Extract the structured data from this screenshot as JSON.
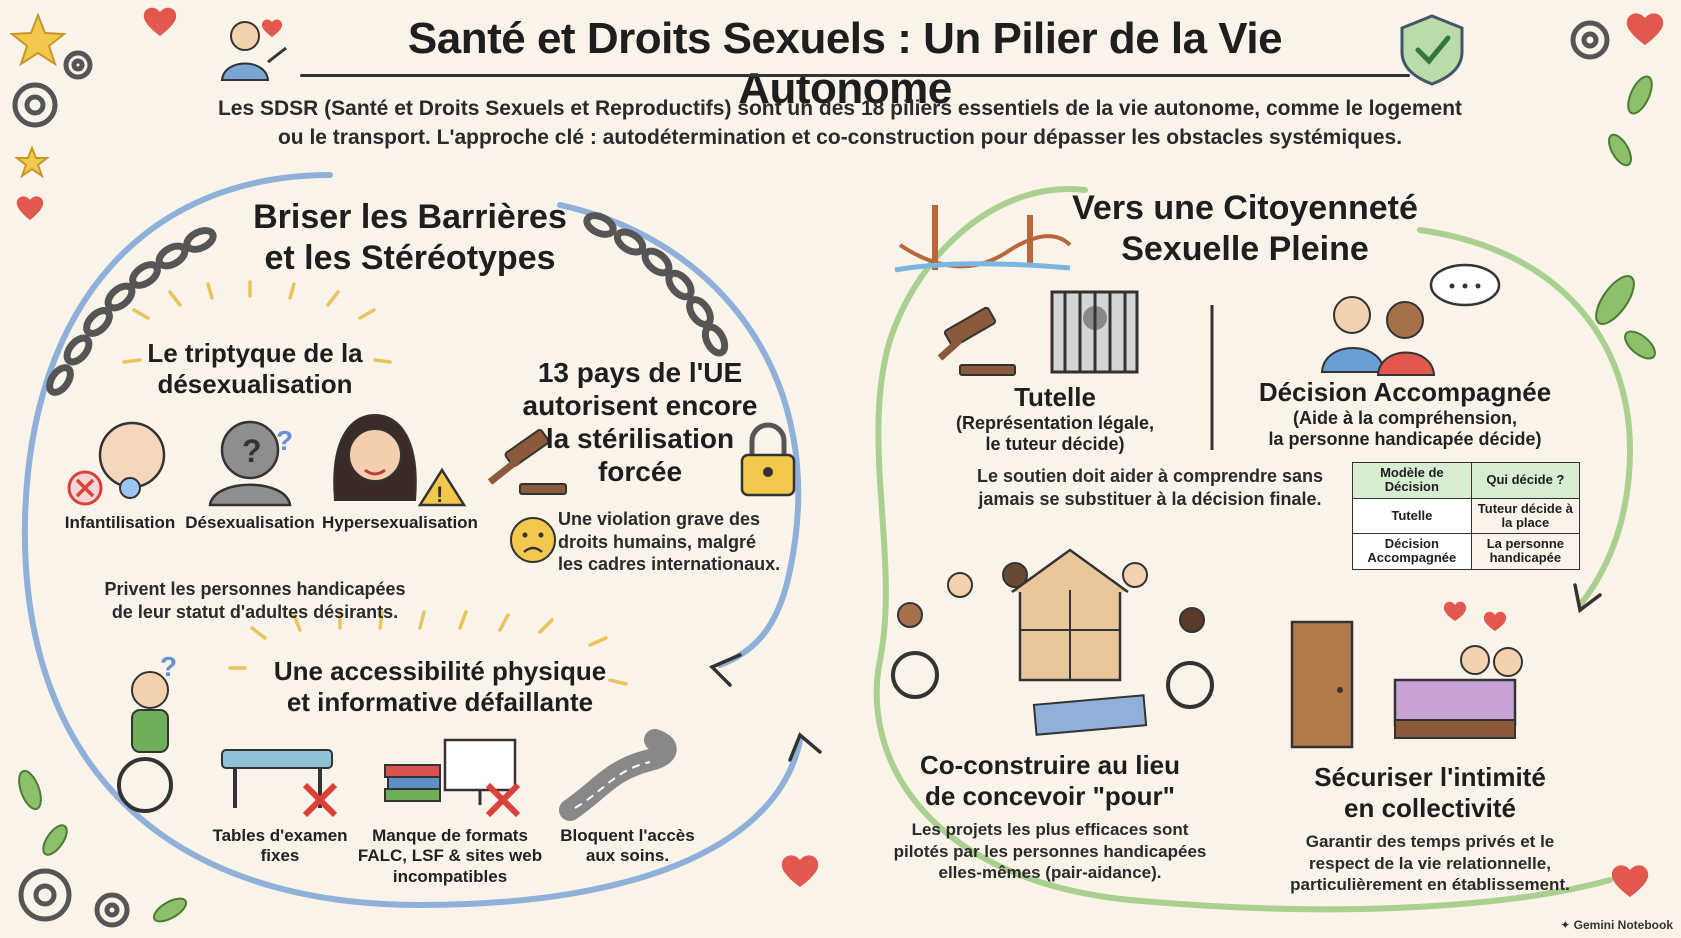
{
  "header": {
    "title": "Santé et Droits Sexuels : Un Pilier de la Vie Autonome",
    "intro_line1": "Les SDSR (Santé et Droits Sexuels et Reproductifs) sont un des 18 piliers essentiels de la vie autonome, comme le logement",
    "intro_line2": "ou le transport. L'approche clé : autodétermination et co-construction pour dépasser les obstacles systémiques."
  },
  "left": {
    "title_line1": "Briser les Barrières",
    "title_line2": "et les Stéréotypes",
    "triptych": {
      "title_line1": "Le triptyque de la",
      "title_line2": "désexualisation",
      "items": [
        "Infantilisation",
        "Désexualisation",
        "Hypersexualisation"
      ],
      "caption_line1": "Privent les personnes handicapées",
      "caption_line2": "de leur statut d'adultes désirants."
    },
    "sterilisation": {
      "title_line1": "13 pays de l'UE",
      "title_line2": "autorisent encore",
      "title_line3": "la stérilisation",
      "title_line4": "forcée",
      "caption_line1": "Une violation grave des",
      "caption_line2": "droits humains, malgré",
      "caption_line3": "les cadres internationaux."
    },
    "access": {
      "title_line1": "Une accessibilité physique",
      "title_line2": "et informative défaillante",
      "items": [
        {
          "line1": "Tables d'examen",
          "line2": "fixes",
          "line3": ""
        },
        {
          "line1": "Manque de formats",
          "line2": "FALC, LSF & sites web",
          "line3": "incompatibles"
        },
        {
          "line1": "Bloquent l'accès",
          "line2": "aux soins.",
          "line3": ""
        }
      ]
    }
  },
  "right": {
    "title_line1": "Vers une Citoyenneté",
    "title_line2": "Sexuelle Pleine",
    "tutelle": {
      "title": "Tutelle",
      "line1": "(Représentation légale,",
      "line2": "le tuteur décide)"
    },
    "decision": {
      "title": "Décision Accompagnée",
      "line1": "(Aide à la compréhension,",
      "line2": "la personne handicapée décide)"
    },
    "support_line1": "Le soutien doit aider à comprendre sans",
    "support_line2": "jamais se substituer à la décision finale.",
    "table": {
      "headers": [
        "Modèle de Décision",
        "Qui décide ?"
      ],
      "rows": [
        [
          "Tutelle",
          "Tuteur décide à la place"
        ],
        [
          "Décision Accompagnée",
          "La personne handicapée"
        ]
      ]
    },
    "cocreate": {
      "title_line1": "Co-construire au lieu",
      "title_line2": "de concevoir \"pour\"",
      "line1": "Les projets les plus efficaces sont",
      "line2": "pilotés par les personnes handicapées",
      "line3": "elles-mêmes (pair-aidance)."
    },
    "intimacy": {
      "title_line1": "Sécuriser l'intimité",
      "title_line2": "en collectivité",
      "line1": "Garantir des temps privés et le",
      "line2": "respect de la vie relationnelle,",
      "line3": "particulièrement en établissement."
    }
  },
  "footer": {
    "brand": "Gemini Notebook"
  },
  "colors": {
    "background": "#faf3ea",
    "blue_accent": "#8fb1d9",
    "green_accent": "#a9d08e",
    "red": "#d9413a",
    "heart": "#e3584e"
  }
}
